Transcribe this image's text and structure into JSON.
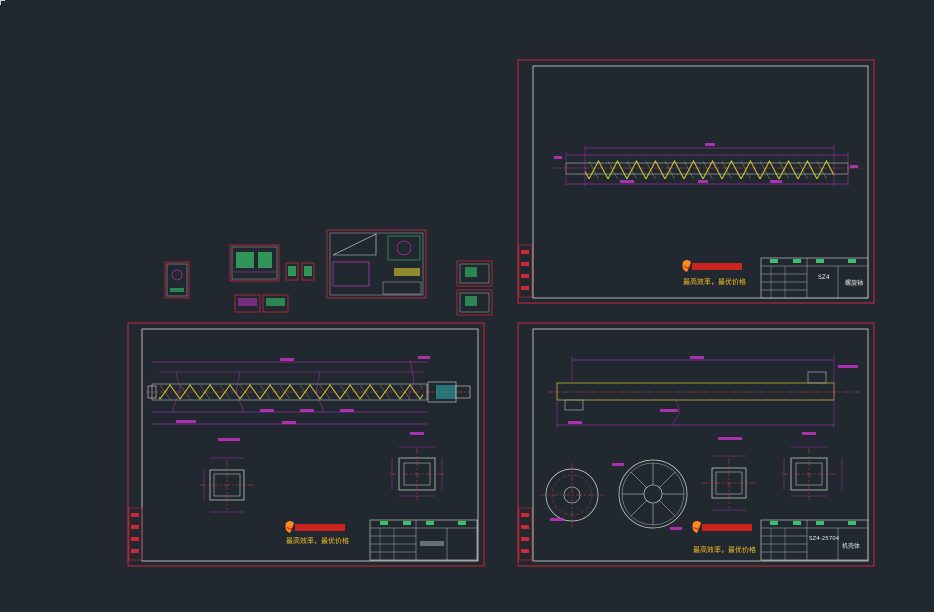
{
  "colors": {
    "background": "#212830",
    "frame_outer": "#c8283a",
    "frame_inner": "#d8d8d8",
    "dimension": "#cc33cc",
    "flight": "#d8c832",
    "centerline": "#cc4040",
    "text_white": "#e8e8e8",
    "green": "#39c26a",
    "logo_orange": "#ff8a1e",
    "logo_red": "#e8261c",
    "slogan_yellow": "#f0c020"
  },
  "sheets": {
    "top_right": {
      "drawing_no": "SZ4",
      "title": "螺旋轴",
      "logo": "logo-mark",
      "slogan": "最高效率，最优价格"
    },
    "bottom_left": {
      "title": "",
      "logo": "logo-mark",
      "slogan": "最高效率，最优价格"
    },
    "bottom_right": {
      "drawing_no": "SZ4-25704",
      "title": "机壳体",
      "logo": "logo-mark",
      "slogan": "最高效率，最优价格"
    }
  }
}
